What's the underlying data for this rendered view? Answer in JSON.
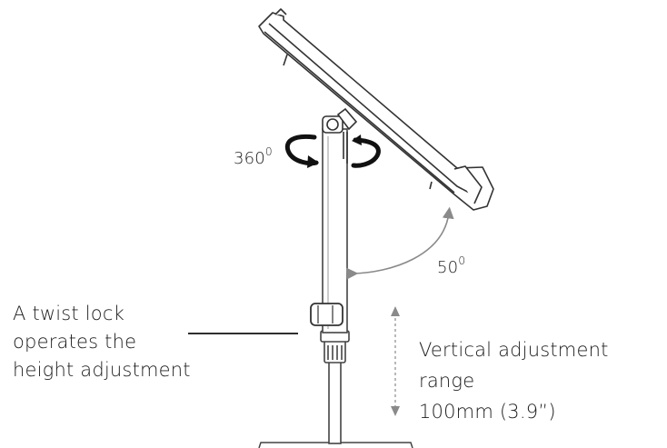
{
  "rotation_label": {
    "value": "360",
    "unit_sup": "0"
  },
  "tilt_label": {
    "value": "50",
    "unit_sup": "0"
  },
  "twist_lock_caption": [
    "A twist lock",
    "operates the",
    "height adjustment"
  ],
  "vertical_range_caption": [
    "Vertical adjustment range",
    "100mm (3.9”)"
  ],
  "colors": {
    "line": "#333333",
    "arrow_gray": "#8a8a8a",
    "text": "#202020"
  }
}
